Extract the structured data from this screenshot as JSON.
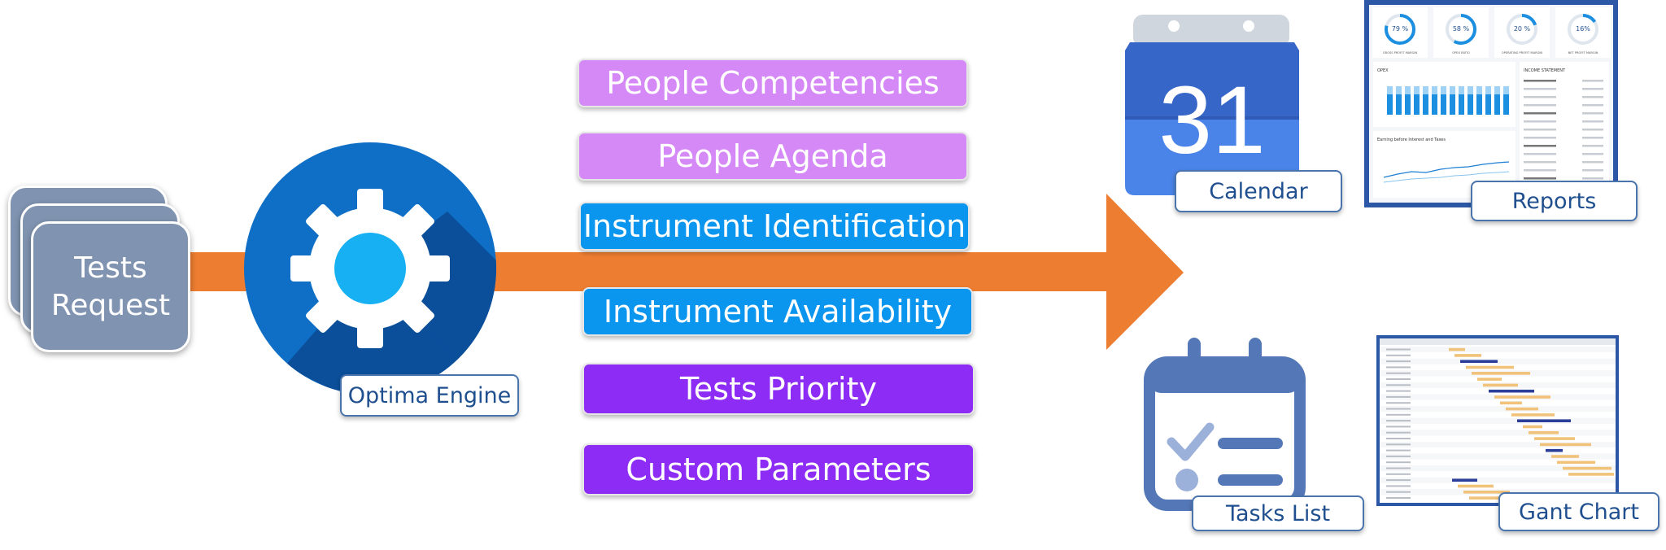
{
  "input": {
    "label_line1": "Tests",
    "label_line2": "Request"
  },
  "engine": {
    "label": "Optima Engine"
  },
  "processes": [
    {
      "label": "People Competencies",
      "color": "#d589f6"
    },
    {
      "label": "People Agenda",
      "color": "#d589f6"
    },
    {
      "label": "Instrument Identification",
      "color": "#0a95ee"
    },
    {
      "label": "Instrument Availability",
      "color": "#0a95ee"
    },
    {
      "label": "Tests Priority",
      "color": "#8c2cf4"
    },
    {
      "label": "Custom Parameters",
      "color": "#8c2cf4"
    }
  ],
  "outputs": {
    "calendar": {
      "label": "Calendar",
      "day": "31"
    },
    "reports": {
      "label": "Reports",
      "gauges": [
        {
          "value": "79 %",
          "caption": "GROSS PROFIT MARGIN",
          "fill": 0.79
        },
        {
          "value": "58 %",
          "caption": "OPEX RATIO",
          "fill": 0.58
        },
        {
          "value": "20 %",
          "caption": "OPERATING PROFIT MARGIN",
          "fill": 0.2
        },
        {
          "value": "16%",
          "caption": "NET PROFIT MARGIN",
          "fill": 0.16
        }
      ],
      "panel_opex": "OPEX",
      "panel_earning": "Earning before Interest and Taxes",
      "panel_income": "INCOME STATEMENT"
    },
    "tasks": {
      "label": "Tasks List"
    },
    "gantt": {
      "label": "Gant Chart"
    }
  },
  "colors": {
    "arrow": "#ed7d31",
    "engine_dark": "#0b4f9a",
    "engine_mid": "#0f6fc6",
    "gear_center": "#17b0f2"
  }
}
